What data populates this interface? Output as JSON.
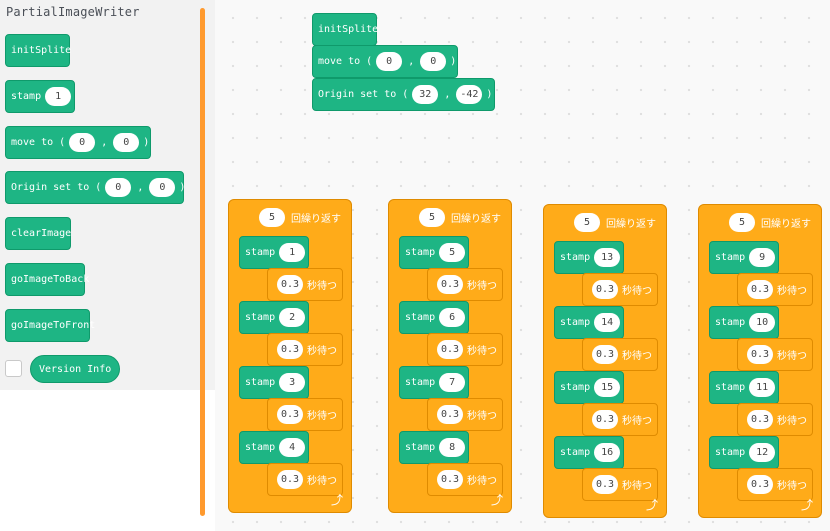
{
  "palette": {
    "title": "PartialImageWriter",
    "blocks": {
      "init": "initSplite",
      "stamp": "stamp",
      "stamp_value": "1",
      "move_to": "move to (",
      "move_x": "0",
      "move_y": "0",
      "origin": "Origin set to (",
      "origin_x": "0",
      "origin_y": "0",
      "clear": "clearImage",
      "back": "goImageToBack",
      "front": "goImageToFront"
    },
    "version_info": "Version Info"
  },
  "workspace": {
    "init_block": {
      "init": "initSplite",
      "move_to": "move to (",
      "move_x": "0",
      "move_y": "0",
      "origin": "Origin set to (",
      "origin_x": "32",
      "origin_y": "-42"
    },
    "loops": [
      {
        "count": "5",
        "label": "回繰り返す",
        "stamps": [
          "1",
          "2",
          "3",
          "4"
        ],
        "wait": "0.3",
        "wait_label": "秒待つ"
      },
      {
        "count": "5",
        "label": "回繰り返す",
        "stamps": [
          "5",
          "6",
          "7",
          "8"
        ],
        "wait": "0.3",
        "wait_label": "秒待つ"
      },
      {
        "count": "5",
        "label": "回繰り返す",
        "stamps": [
          "13",
          "14",
          "15",
          "16"
        ],
        "wait": "0.3",
        "wait_label": "秒待つ"
      },
      {
        "count": "5",
        "label": "回繰り返す",
        "stamps": [
          "9",
          "10",
          "11",
          "12"
        ],
        "wait": "0.3",
        "wait_label": "秒待つ"
      }
    ],
    "stamp_label": "stamp",
    "comma": ",",
    "close_paren": ")",
    "loop_arrow_icon": "loop-arrow-icon"
  },
  "colors": {
    "looks": "#1eb584",
    "control": "#ffab19",
    "scroll": "#ff9a2e"
  }
}
